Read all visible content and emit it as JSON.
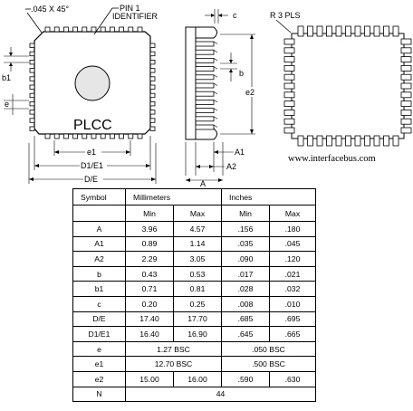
{
  "diagram": {
    "chamfer_note": ".045 X 45°",
    "pin1_line1": "PIN 1",
    "pin1_line2": "IDENTIFIER",
    "package_label": "PLCC",
    "radius_note": "R 3 PLS",
    "labels": {
      "b1": "b1",
      "e": "e",
      "e1": "e1",
      "d1e1": "D1/E1",
      "de": "D/E",
      "c": "c",
      "b": "b",
      "e2": "e2",
      "a1": "A1",
      "a2": "A2",
      "a": "A"
    },
    "website": "www.interfacebus.com"
  },
  "table": {
    "headers": {
      "symbol": "Symbol",
      "mm": "Millimeters",
      "inches": "Inches",
      "min": "Min",
      "max": "Max"
    },
    "rows": [
      {
        "symbol": "A",
        "mm_min": "3.96",
        "mm_max": "4.57",
        "in_min": ".156",
        "in_max": ".180"
      },
      {
        "symbol": "A1",
        "mm_min": "0.89",
        "mm_max": "1.14",
        "in_min": ".035",
        "in_max": ".045"
      },
      {
        "symbol": "A2",
        "mm_min": "2.29",
        "mm_max": "3.05",
        "in_min": ".090",
        "in_max": ".120"
      },
      {
        "symbol": "b",
        "mm_min": "0.43",
        "mm_max": "0.53",
        "in_min": ".017",
        "in_max": ".021"
      },
      {
        "symbol": "b1",
        "mm_min": "0.71",
        "mm_max": "0.81",
        "in_min": ".028",
        "in_max": ".032"
      },
      {
        "symbol": "c",
        "mm_min": "0.20",
        "mm_max": "0.25",
        "in_min": ".008",
        "in_max": ".010"
      },
      {
        "symbol": "D/E",
        "mm_min": "17.40",
        "mm_max": "17.70",
        "in_min": ".685",
        "in_max": ".695"
      },
      {
        "symbol": "D1/E1",
        "mm_min": "16.40",
        "mm_max": "16.90",
        "in_min": ".645",
        "in_max": ".665"
      },
      {
        "symbol": "e",
        "mm_span": "1.27 BSC",
        "in_span": ".050 BSC"
      },
      {
        "symbol": "e1",
        "mm_span": "12.70 BSC",
        "in_span": ".500 BSC"
      },
      {
        "symbol": "e2",
        "mm_min": "15.00",
        "mm_max": "16.00",
        "in_min": ".590",
        "in_max": ".630"
      },
      {
        "symbol": "N",
        "all_span": "44"
      }
    ]
  }
}
